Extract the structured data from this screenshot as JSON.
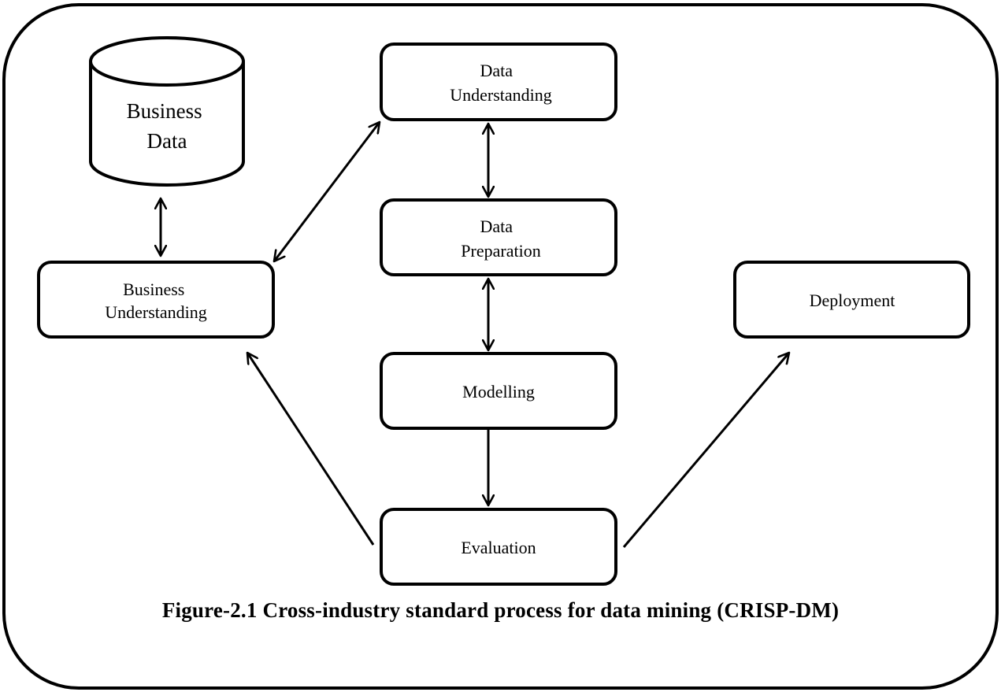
{
  "nodes": {
    "business_data": {
      "lines": [
        "Business",
        "Data"
      ]
    },
    "data_understanding": {
      "lines": [
        "Data",
        "Understanding"
      ]
    },
    "data_preparation": {
      "lines": [
        "Data",
        "Preparation"
      ]
    },
    "business_understanding": {
      "lines": [
        "Business",
        "Understanding"
      ]
    },
    "modelling": {
      "lines": [
        "Modelling"
      ]
    },
    "deployment": {
      "lines": [
        "Deployment"
      ]
    },
    "evaluation": {
      "lines": [
        "Evaluation"
      ]
    }
  },
  "edges": [
    {
      "from": "business_data",
      "to": "business_understanding",
      "direction": "both"
    },
    {
      "from": "business_understanding",
      "to": "data_understanding",
      "direction": "both"
    },
    {
      "from": "data_understanding",
      "to": "data_preparation",
      "direction": "both"
    },
    {
      "from": "data_preparation",
      "to": "modelling",
      "direction": "both"
    },
    {
      "from": "modelling",
      "to": "evaluation",
      "direction": "forward"
    },
    {
      "from": "evaluation",
      "to": "business_understanding",
      "direction": "forward"
    },
    {
      "from": "evaluation",
      "to": "deployment",
      "direction": "forward"
    }
  ],
  "caption": "Figure-2.1 Cross-industry standard process for data mining (CRISP-DM)"
}
